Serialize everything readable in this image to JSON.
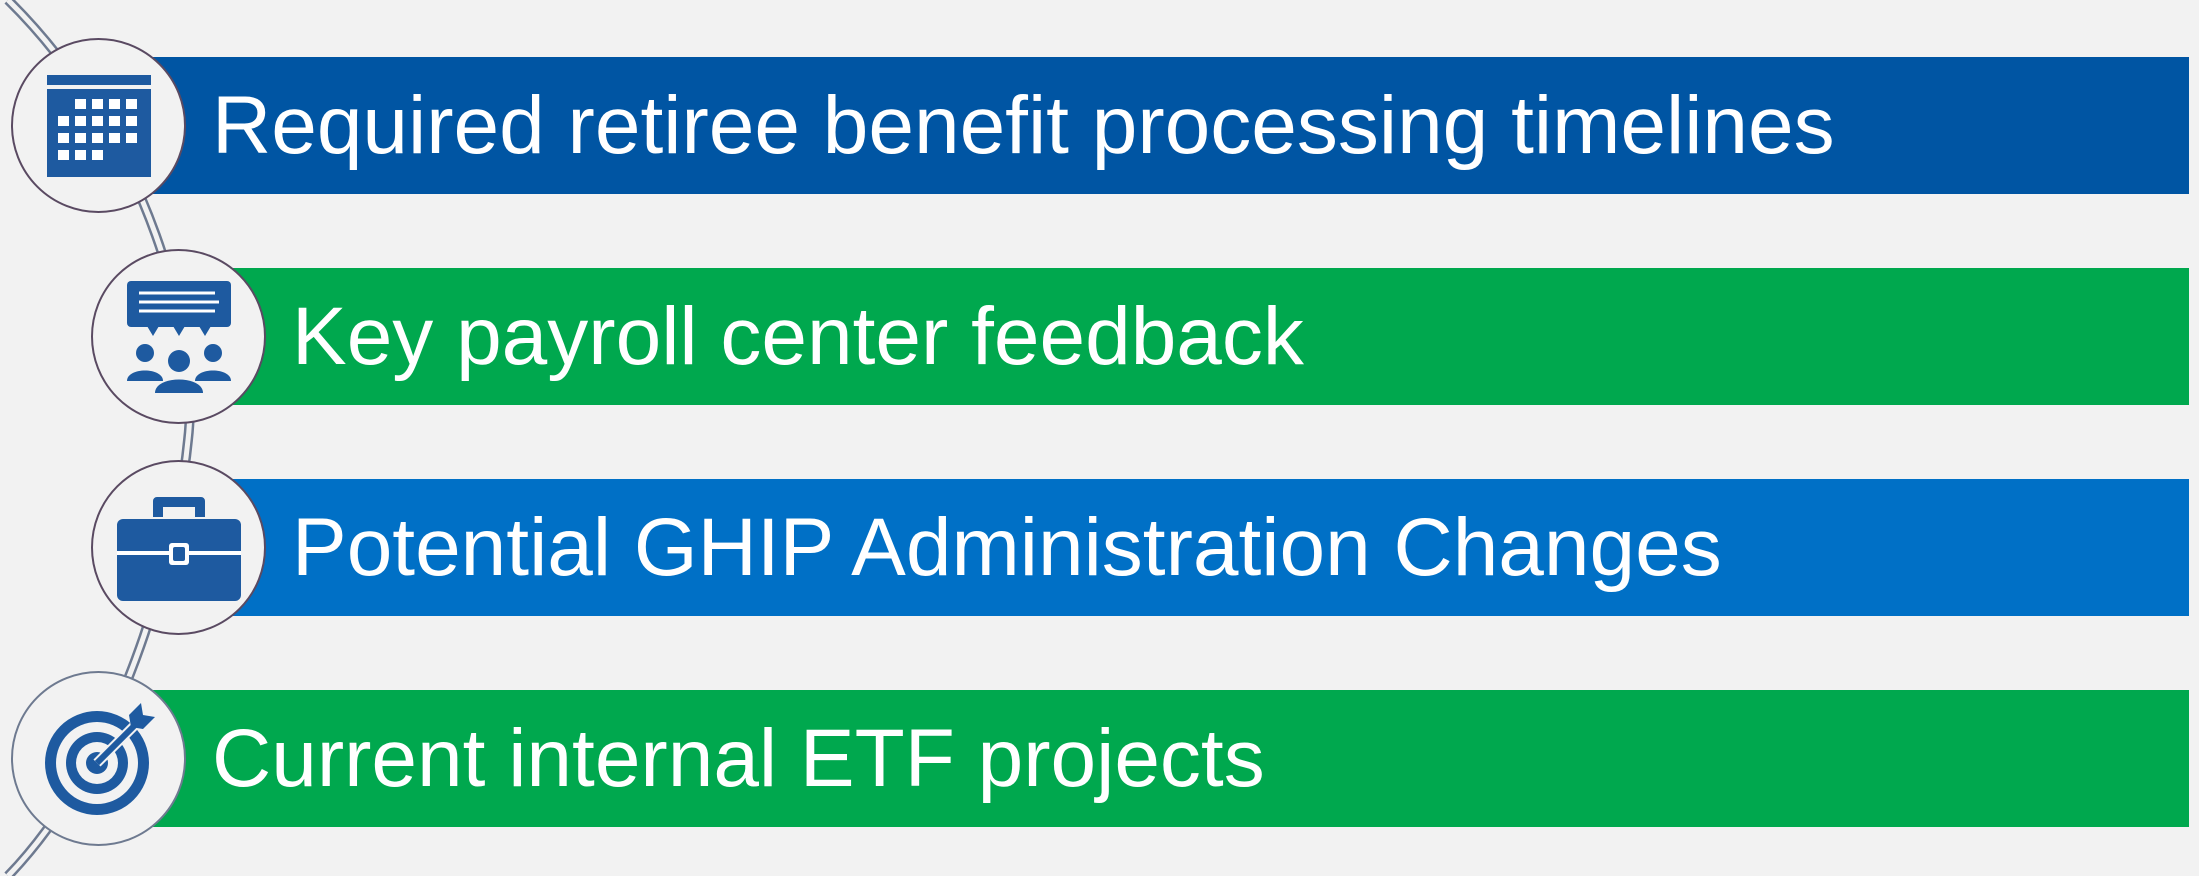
{
  "items": [
    {
      "label": "Required retiree benefit processing timelines",
      "color": "#0055a3",
      "icon": "calendar-icon"
    },
    {
      "label": "Key payroll center feedback",
      "color": "#00a84e",
      "icon": "group-discussion-icon"
    },
    {
      "label": "Potential GHIP Administration Changes",
      "color": "#0070c6",
      "icon": "briefcase-icon"
    },
    {
      "label": "Current internal ETF projects",
      "color": "#00a84e",
      "icon": "target-icon"
    }
  ],
  "colors": {
    "background": "#f2f2f2",
    "icon": "#1e5aa0",
    "circle_border": "#5a4a62",
    "connector": "#6e7a90"
  }
}
